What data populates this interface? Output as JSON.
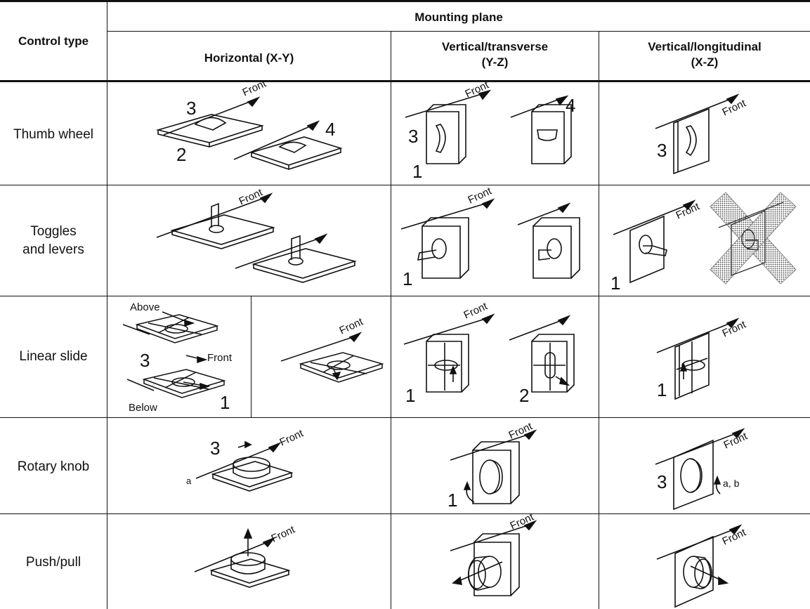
{
  "header": {
    "control_type": "Control type",
    "mounting_plane": "Mounting plane",
    "horizontal": "Horizontal (X-Y)",
    "vertical_transverse_l1": "Vertical/transverse",
    "vertical_transverse_l2": "(Y-Z)",
    "vertical_longitudinal_l1": "Vertical/longitudinal",
    "vertical_longitudinal_l2": "(X-Z)"
  },
  "rows": [
    {
      "label": "Thumb wheel"
    },
    {
      "label_l1": "Toggles",
      "label_l2": "and levers"
    },
    {
      "label": "Linear slide"
    },
    {
      "label": "Rotary knob"
    },
    {
      "label": "Push/pull"
    }
  ],
  "figure_text": {
    "front": "Front",
    "n1": "1",
    "n2": "2",
    "n3": "3",
    "n4": "4",
    "above": "Above",
    "below": "Below",
    "a": "a",
    "ab": "a, b"
  }
}
